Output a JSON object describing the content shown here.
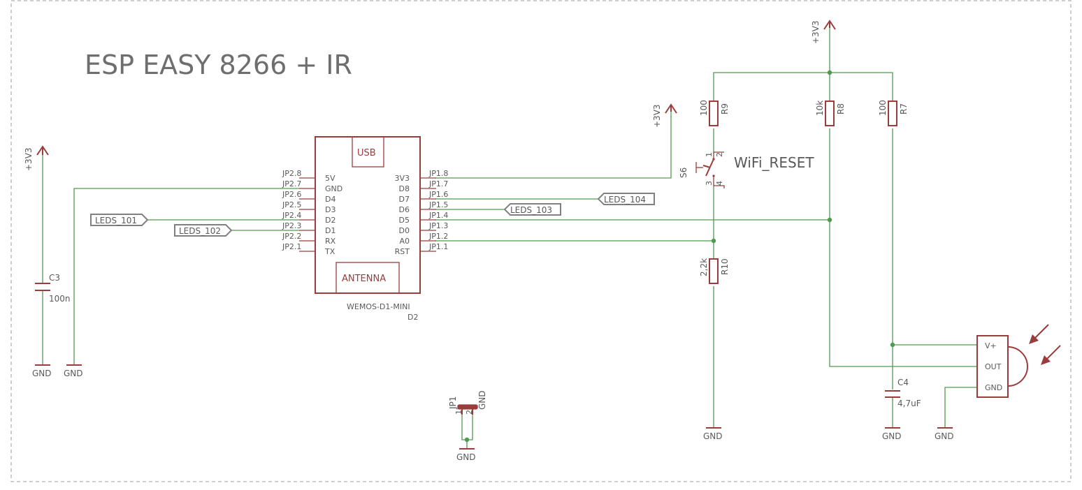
{
  "title": "ESP EASY 8266 + IR",
  "module": {
    "name": "D2",
    "value": "WEMOS-D1-MINI",
    "usb_label": "USB",
    "antenna_label": "ANTENNA",
    "left_pins": [
      {
        "pad": "JP2.8",
        "name": "5V"
      },
      {
        "pad": "JP2.7",
        "name": "GND"
      },
      {
        "pad": "JP2.6",
        "name": "D4"
      },
      {
        "pad": "JP2.5",
        "name": "D3"
      },
      {
        "pad": "JP2.4",
        "name": "D2"
      },
      {
        "pad": "JP2.3",
        "name": "D1"
      },
      {
        "pad": "JP2.2",
        "name": "RX"
      },
      {
        "pad": "JP2.1",
        "name": "TX"
      }
    ],
    "right_pins": [
      {
        "pad": "JP1.8",
        "name": "3V3"
      },
      {
        "pad": "JP1.7",
        "name": "D8"
      },
      {
        "pad": "JP1.6",
        "name": "D7"
      },
      {
        "pad": "JP1.5",
        "name": "D6"
      },
      {
        "pad": "JP1.4",
        "name": "D5"
      },
      {
        "pad": "JP1.3",
        "name": "D0"
      },
      {
        "pad": "JP1.2",
        "name": "A0"
      },
      {
        "pad": "JP1.1",
        "name": "RST"
      }
    ]
  },
  "power": {
    "supply": "+3V3",
    "ground": "GND"
  },
  "net_labels": {
    "leds_101": "LEDS_101",
    "leds_102": "LEDS_102",
    "leds_103": "LEDS_103",
    "leds_104": "LEDS_104"
  },
  "resistors": {
    "r7": {
      "name": "R7",
      "value": "100"
    },
    "r8": {
      "name": "R8",
      "value": "10k"
    },
    "r9": {
      "name": "R9",
      "value": "100"
    },
    "r10": {
      "name": "R10",
      "value": "2,2k"
    }
  },
  "capacitors": {
    "c3": {
      "name": "C3",
      "value": "100n"
    },
    "c4": {
      "name": "C4",
      "value": "4,7uF"
    }
  },
  "switch": {
    "name": "S6",
    "value": "WiFi_RESET",
    "pins": [
      "1",
      "2",
      "3",
      "4"
    ]
  },
  "jumper": {
    "name": "JP1",
    "pins": [
      "1",
      "2"
    ]
  },
  "ir_receiver": {
    "pins": [
      "V+",
      "OUT",
      "GND"
    ]
  }
}
